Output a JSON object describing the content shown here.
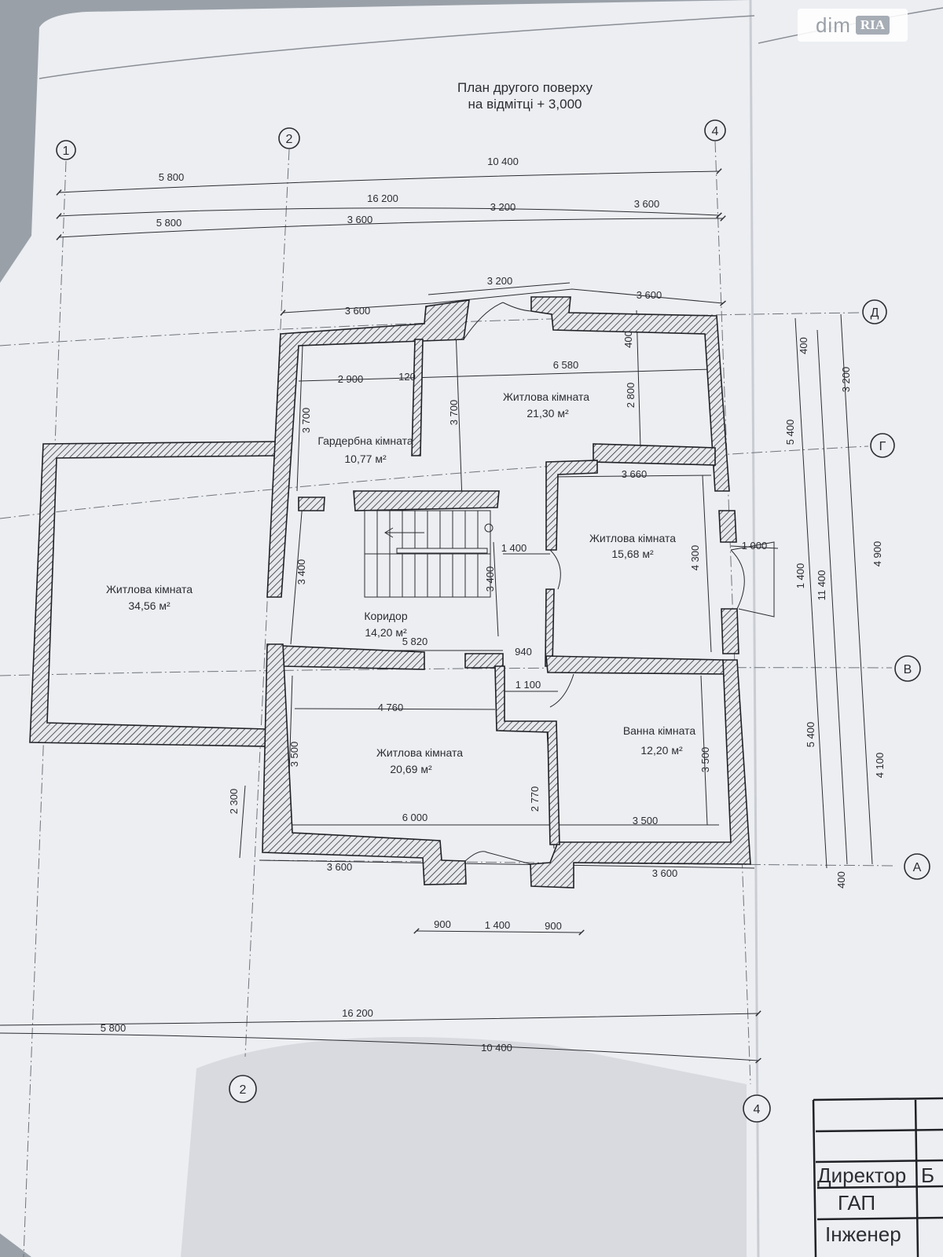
{
  "title": {
    "line1": "План другого поверху",
    "line2": "на відмітці + 3,000"
  },
  "axes": {
    "a1": "1",
    "a2": "2",
    "a4": "4",
    "d": "Д",
    "g": "Г",
    "v": "В",
    "a": "А"
  },
  "rooms": [
    {
      "name": "Гардербна кімната",
      "area": "10,77 м²"
    },
    {
      "name": "Житлова кімната",
      "area": "21,30 м²"
    },
    {
      "name": "Житлова кімната",
      "area": "15,68 м²"
    },
    {
      "name": "Житлова кімната",
      "area": "34,56 м²"
    },
    {
      "name": "Коридор",
      "area": "14,20 м²"
    },
    {
      "name": "Житлова кімната",
      "area": "20,69 м²"
    },
    {
      "name": "Ванна кімната",
      "area": "12,20 м²"
    }
  ],
  "dims": {
    "top_5800a": "5 800",
    "top_10400": "10 400",
    "top_16200": "16 200",
    "top_5800b": "5 800",
    "top_3600a": "3 600",
    "top_3200a": "3 200",
    "top_3600b": "3 600",
    "bay_3200": "3 200",
    "bay_3600l": "3 600",
    "bay_3600r": "3 600",
    "i_2900": "2 900",
    "i_120": "120",
    "i_6580": "6 580",
    "i_400": "400",
    "i_3700a": "3 700",
    "i_3700b": "3 700",
    "i_2800": "2 800",
    "i_3660": "3 660",
    "i_1400": "1 400",
    "i_1000": "1 000",
    "i_3400a": "3 400",
    "i_3400b": "3 400",
    "i_4300": "4 300",
    "i_5820": "5 820",
    "i_940": "940",
    "i_1100": "1 100",
    "i_4760": "4 760",
    "i_3500a": "3 500",
    "i_2770": "2 770",
    "i_3500b": "3 500",
    "i_6000": "6 000",
    "i_3500c": "3 500",
    "i_2300": "2 300",
    "b_3600l": "3 600",
    "b_3600r": "3 600",
    "b_900a": "900",
    "b_1400": "1 400",
    "b_900b": "900",
    "b_16200": "16 200",
    "b_5800": "5 800",
    "b_10400": "10 400",
    "r_400a": "400",
    "r_3200": "3 200",
    "r_5400a": "5 400",
    "r_1400": "1 400",
    "r_11400": "11 400",
    "r_4900": "4 900",
    "r_5400b": "5 400",
    "r_4100": "4 100",
    "r_400b": "400"
  },
  "title_block": {
    "director": "Директор",
    "gap": "ГАП",
    "engineer": "Інженер",
    "director_name": "Б"
  },
  "watermark": {
    "dim": "dim",
    "ria": "RIA"
  },
  "colors": {
    "paper": "#eceef2",
    "ink": "#2b2d33",
    "background": "#9aa0a8"
  }
}
